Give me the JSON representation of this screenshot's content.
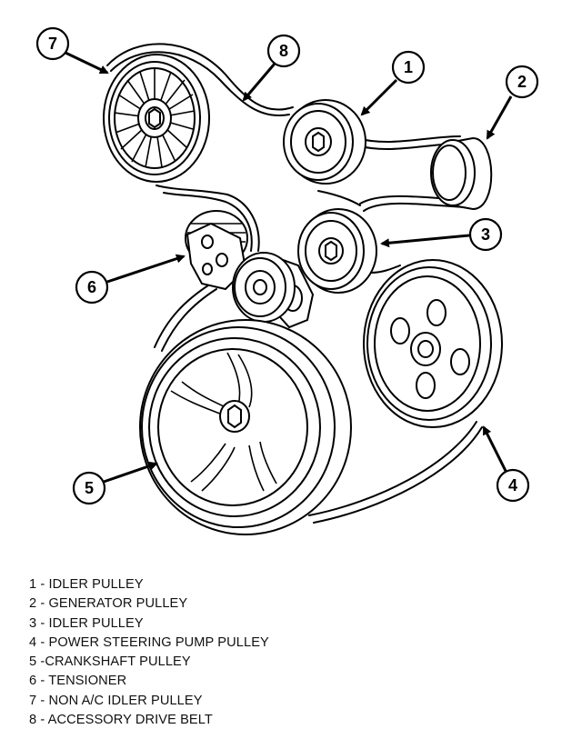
{
  "callouts": {
    "c1": "1",
    "c2": "2",
    "c3": "3",
    "c4": "4",
    "c5": "5",
    "c6": "6",
    "c7": "7",
    "c8": "8"
  },
  "legend": [
    "1 - IDLER PULLEY",
    "2 - GENERATOR PULLEY",
    "3 - IDLER PULLEY",
    "4 - POWER STEERING PUMP PULLEY",
    "5 -CRANKSHAFT PULLEY",
    "6 - TENSIONER",
    "7 - NON A/C IDLER PULLEY",
    "8 - ACCESSORY DRIVE BELT"
  ],
  "colors": {
    "ink": "#000000",
    "paper": "#ffffff"
  }
}
